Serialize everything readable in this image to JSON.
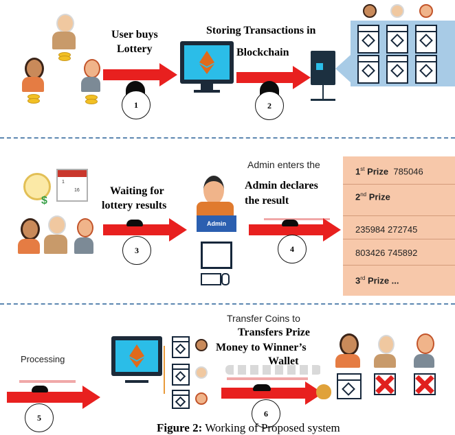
{
  "panel1": {
    "user_buys": "User buys",
    "lottery": "Lottery",
    "storing": "Storing Transactions in",
    "blockchain": "Blockchain",
    "step1": "1",
    "step2": "2"
  },
  "panel2": {
    "waiting1": "Waiting for",
    "waiting2": "lottery results",
    "admin_enters": "Admin enters the",
    "admin_declares1": "Admin declares",
    "admin_declares2": "the result",
    "admin_badge": "Admin",
    "calendar_day": "16",
    "calendar_day_small": "1",
    "step3": "3",
    "step4": "4",
    "prizes": {
      "first_label_pre": "1",
      "first_label_sup": "st",
      "first_label_post": " Prize",
      "first_value": "785046",
      "second_label_pre": "2",
      "second_label_sup": "nd",
      "second_label_post": " Prize",
      "second_row1": "235984  272745",
      "second_row2": "803426  745892",
      "third_label_pre": "3",
      "third_label_sup": "rd",
      "third_label_post": " Prize  ..."
    }
  },
  "panel3": {
    "processing": "Processing",
    "transfer_coins": "Transfer Coins to",
    "transfers_prize1": "Transfers Prize",
    "transfers_prize2": "Money to Winner’s",
    "transfers_prize3": "Wallet",
    "step5": "5",
    "step6": "6"
  },
  "caption": {
    "label": "Figure 2:",
    "text": " Working of Proposed system"
  },
  "colors": {
    "arrow": "#e8201f",
    "panel_blue": "#a8cbe6",
    "prize_panel": "#f7c8aa",
    "divider": "#5b86b0"
  }
}
